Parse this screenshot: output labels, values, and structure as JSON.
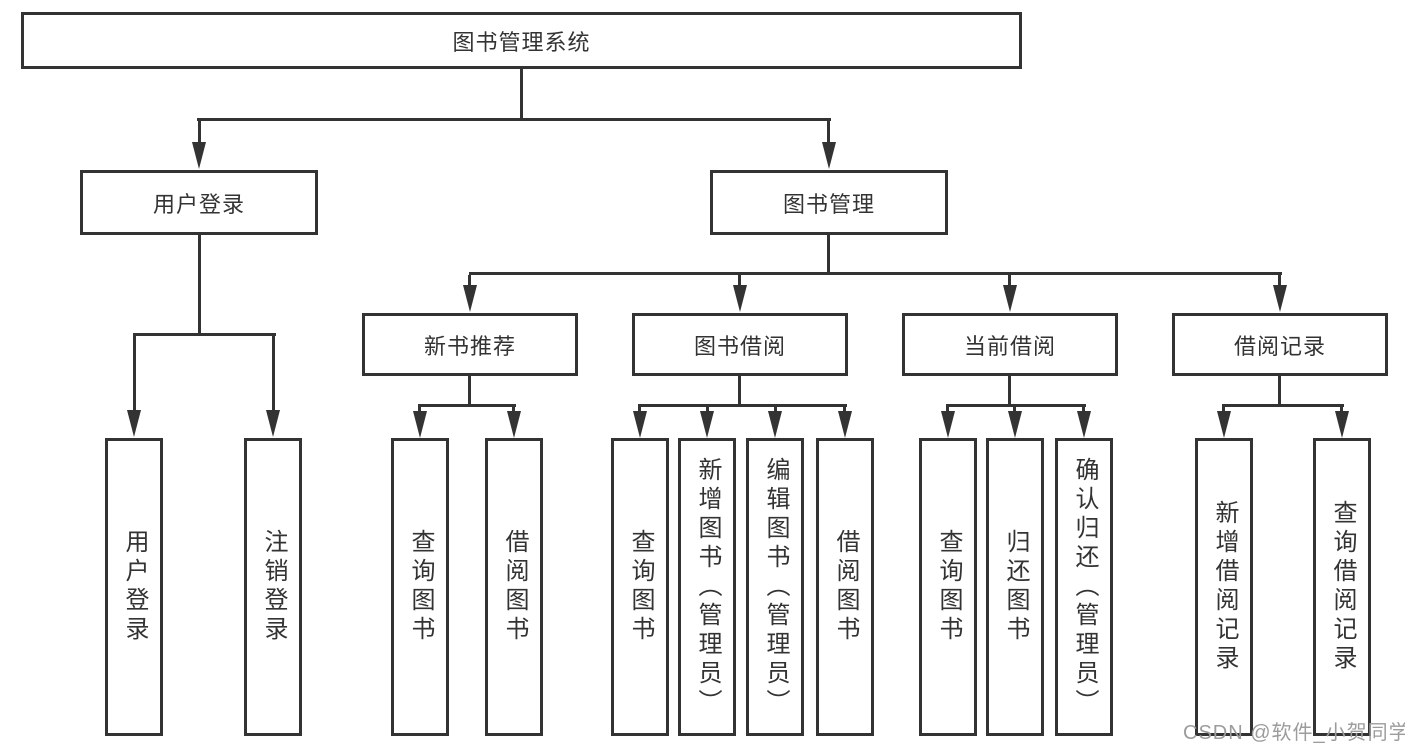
{
  "diagram": {
    "root": {
      "label": "图书管理系统"
    },
    "level2": [
      {
        "label": "用户登录"
      },
      {
        "label": "图书管理"
      }
    ],
    "level3": [
      {
        "label": "新书推荐"
      },
      {
        "label": "图书借阅"
      },
      {
        "label": "当前借阅"
      },
      {
        "label": "借阅记录"
      }
    ],
    "leaves_login": [
      {
        "label": "用户登录"
      },
      {
        "label": "注销登录"
      }
    ],
    "leaves_new_book": [
      {
        "label": "查询图书"
      },
      {
        "label": "借阅图书"
      }
    ],
    "leaves_book_borrow": [
      {
        "label": "查询图书"
      },
      {
        "label": "新增图书（管理员）"
      },
      {
        "label": "编辑图书（管理员）"
      },
      {
        "label": "借阅图书"
      }
    ],
    "leaves_current_borrow": [
      {
        "label": "查询图书"
      },
      {
        "label": "归还图书"
      },
      {
        "label": "确认归还（管理员）"
      }
    ],
    "leaves_borrow_records": [
      {
        "label": "新增借阅记录"
      },
      {
        "label": "查询借阅记录"
      }
    ]
  },
  "watermark": {
    "text": "CSDN @软件_小贺同学"
  },
  "colors": {
    "box_border": "#333333",
    "box_text": "#333333",
    "connector": "#333333",
    "watermark_text": "#9c9c9c",
    "background": "#ffffff"
  }
}
